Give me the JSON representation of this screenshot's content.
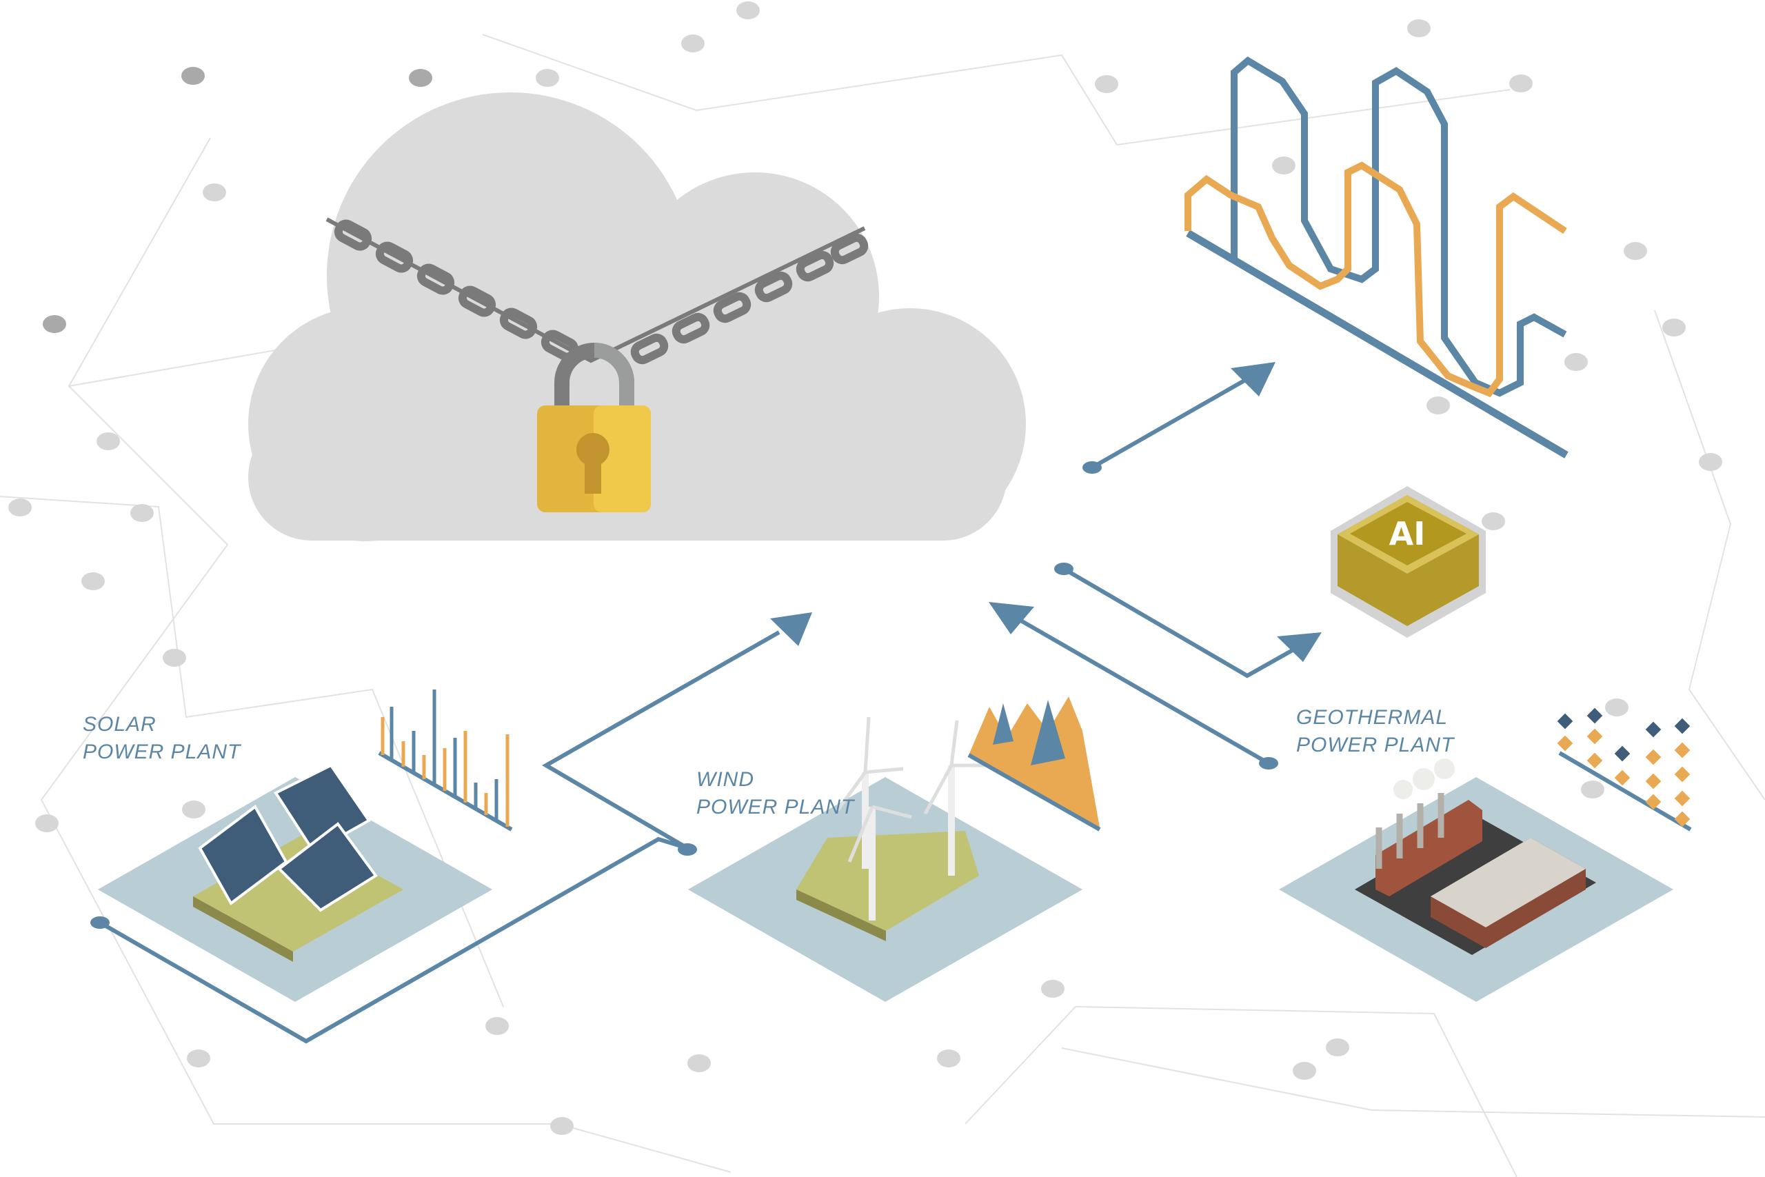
{
  "labels": {
    "solar_line1": "SOLAR",
    "solar_line2": "POWER PLANT",
    "wind_line1": "WIND",
    "wind_line2": "POWER PLANT",
    "geo_line1": "GEOTHERMAL",
    "geo_line2": "POWER PLANT",
    "ai_chip": "AI"
  },
  "colors": {
    "blue": "#5b86a6",
    "orange": "#e8a952",
    "cloud": "#dcdbdc",
    "lock": "#e9bd3d",
    "platform": "#b9cdd5",
    "ground": "#c0c274"
  }
}
